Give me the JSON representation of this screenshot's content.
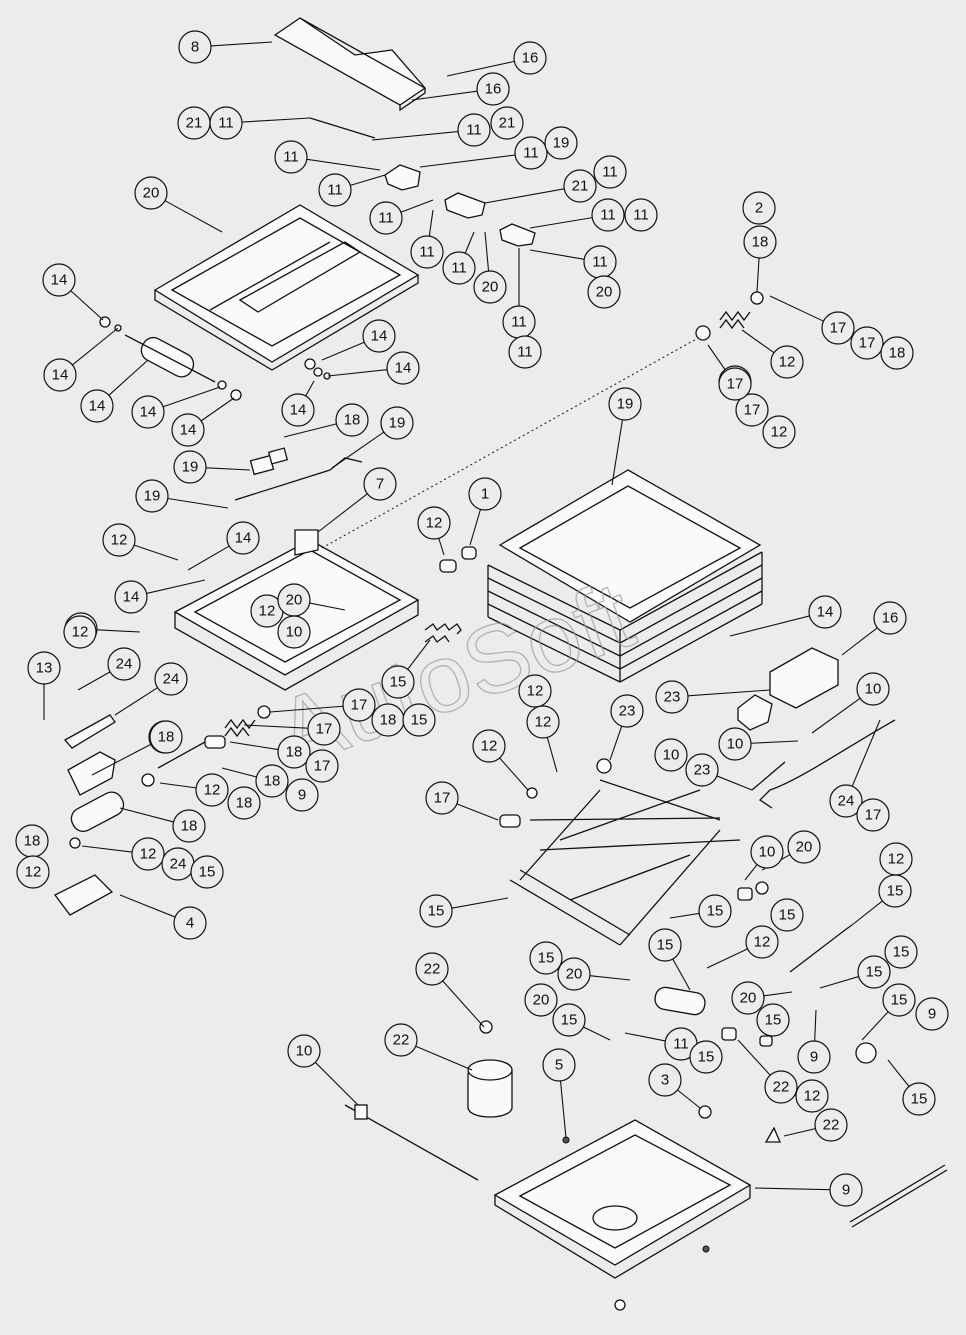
{
  "watermark": "AutoSoft",
  "callouts": [
    "8",
    "16",
    "16",
    "21",
    "11",
    "11",
    "21",
    "11",
    "11",
    "19",
    "11",
    "11",
    "21",
    "11",
    "11",
    "11",
    "20",
    "11",
    "11",
    "11",
    "11",
    "20",
    "11",
    "20",
    "2",
    "18",
    "17",
    "12",
    "17",
    "18",
    "14",
    "14",
    "14",
    "14",
    "14",
    "14",
    "14",
    "14",
    "14",
    "17",
    "12",
    "17",
    "18",
    "19",
    "19",
    "19",
    "19",
    "7",
    "1",
    "12",
    "12",
    "14",
    "14",
    "14",
    "16",
    "10",
    "12",
    "20",
    "10",
    "15",
    "13",
    "24",
    "24",
    "24",
    "12",
    "17",
    "18",
    "15",
    "12",
    "12",
    "23",
    "10",
    "23",
    "10",
    "23",
    "10",
    "24",
    "17",
    "18",
    "17",
    "18",
    "17",
    "18",
    "9",
    "12",
    "18",
    "12",
    "17",
    "18",
    "18",
    "12",
    "24",
    "15",
    "12",
    "4",
    "10",
    "20",
    "15",
    "15",
    "12",
    "15",
    "15",
    "12",
    "15",
    "15",
    "20",
    "15",
    "15",
    "20",
    "15",
    "20",
    "15",
    "11",
    "15",
    "15",
    "9",
    "9",
    "12",
    "15",
    "22",
    "22",
    "22",
    "5",
    "3",
    "22",
    "10",
    "9"
  ]
}
